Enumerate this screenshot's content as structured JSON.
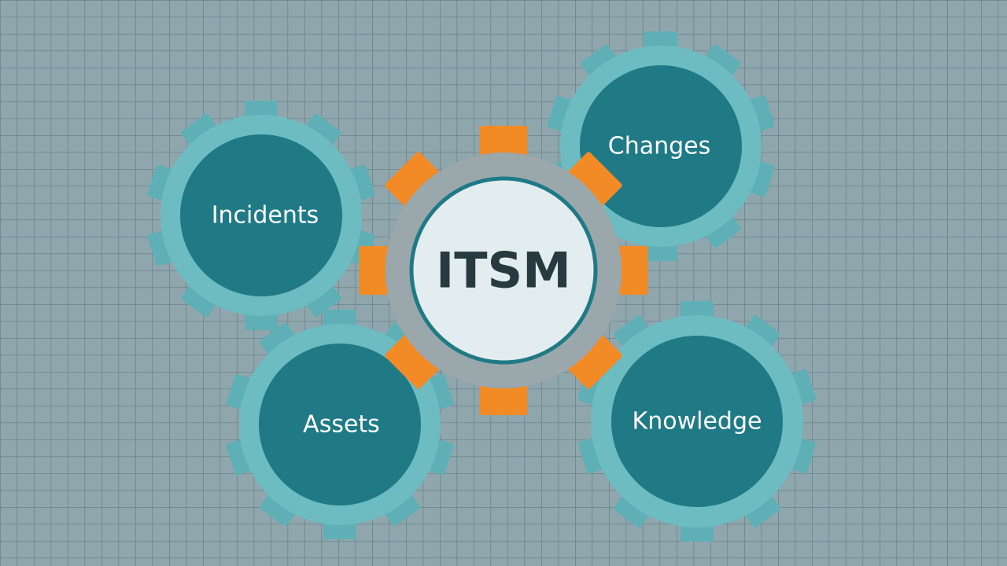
{
  "diagram": {
    "hub": {
      "label": "ITSM"
    },
    "gears": [
      {
        "id": "incidents",
        "label": "Incidents"
      },
      {
        "id": "changes",
        "label": "Changes"
      },
      {
        "id": "assets",
        "label": "Assets"
      },
      {
        "id": "knowledge",
        "label": "Knowledge"
      }
    ]
  },
  "colors": {
    "background": "#8fa6ad",
    "grid_line": "#3f5a63",
    "gear_outer": "#6cbcc2",
    "gear_teeth": "#5fb0b6",
    "gear_inner": "#1f7a86",
    "hub_teeth": "#f28a26",
    "hub_ring": "#9aa7ab",
    "hub_ring_stroke": "#1f7a86",
    "hub_center": "#e3ecee",
    "hub_text": "#263a3f"
  }
}
